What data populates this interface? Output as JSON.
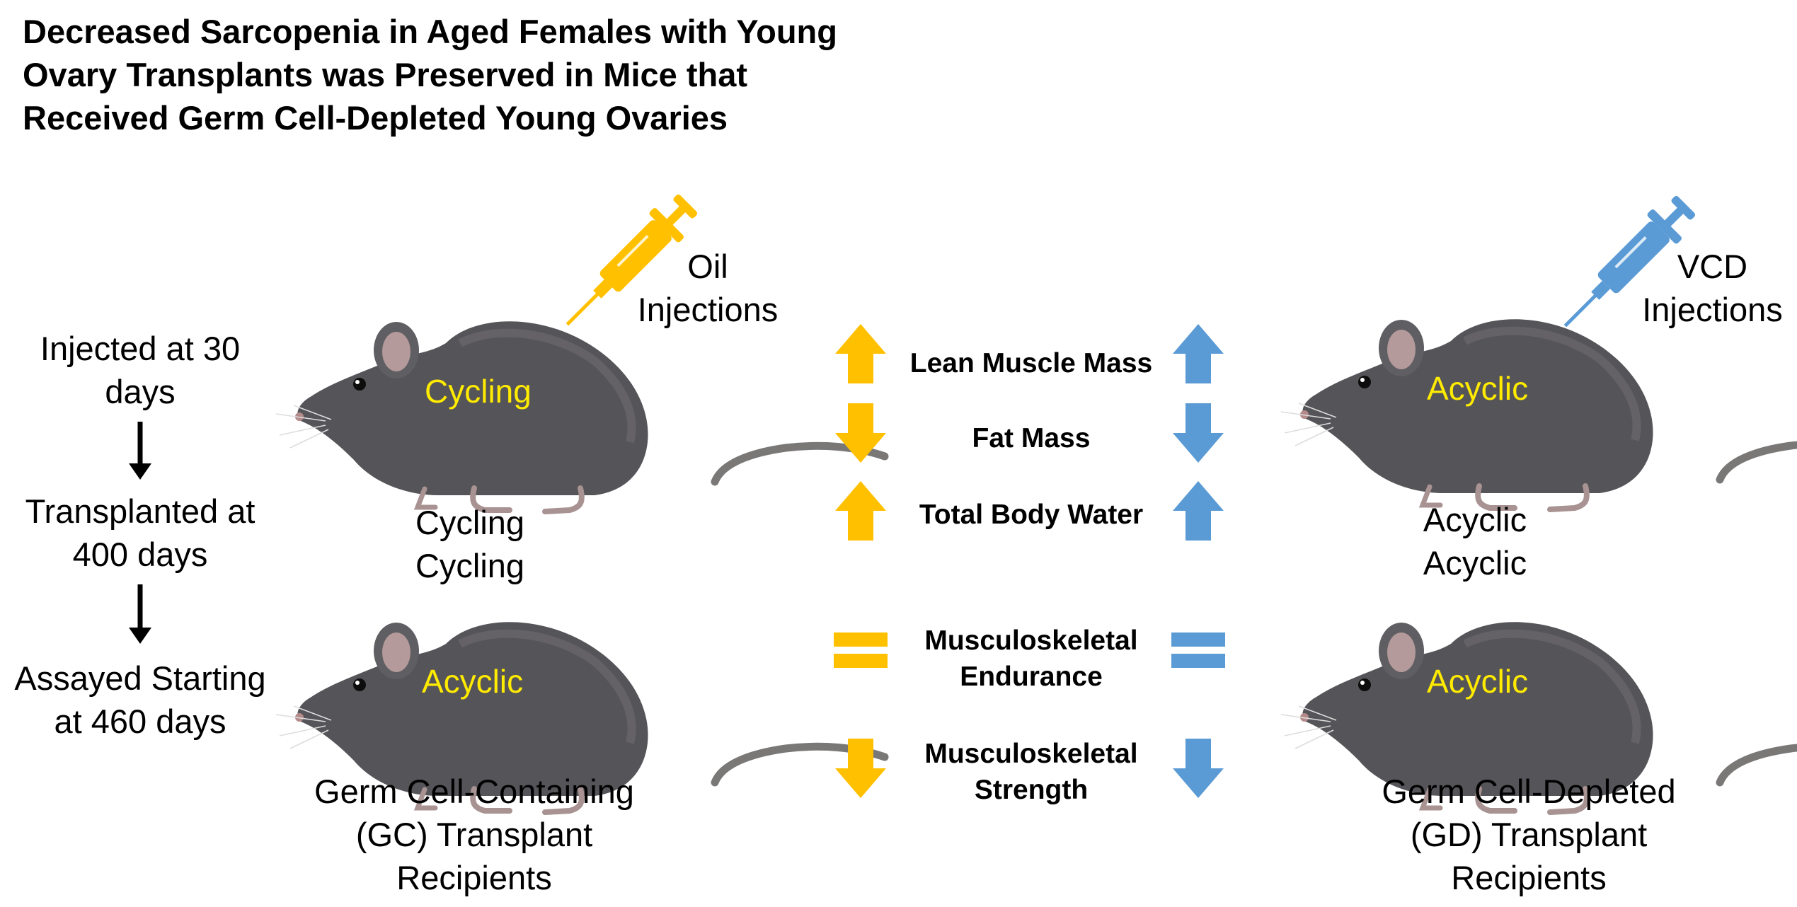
{
  "title": {
    "line1": "Decreased Sarcopenia in Aged Females with Young",
    "line2": "Ovary Transplants was Preserved in Mice that",
    "line3": "Received Germ Cell-Depleted Young Ovaries"
  },
  "timeline": {
    "step1_l1": "Injected at 30",
    "step1_l2": "days",
    "step2_l1": "Transplanted at",
    "step2_l2": "400 days",
    "step3_l1": "Assayed Starting",
    "step3_l2": "at 460 days"
  },
  "left": {
    "injection_l1": "Oil",
    "injection_l2": "Injections",
    "mouse1_state": "Cycling",
    "caption1_l1": "Cycling",
    "caption1_l2": "Cycling",
    "mouse2_state": "Acyclic",
    "caption2_l1": "Germ Cell-Containing",
    "caption2_l2": "(GC) Transplant",
    "caption2_l3": "Recipients",
    "color": "#FFC000"
  },
  "right": {
    "injection_l1": "VCD",
    "injection_l2": "Injections",
    "mouse1_state": "Acyclic",
    "caption1_l1": "Acyclic",
    "caption1_l2": "Acyclic",
    "mouse2_state": "Acyclic",
    "caption2_l1": "Germ Cell-Depleted",
    "caption2_l2": "(GD) Transplant",
    "caption2_l3": "Recipients",
    "color": "#5B9BD5"
  },
  "metrics": [
    {
      "line1": "Lean Muscle Mass",
      "line2": "",
      "left": "up",
      "right": "up"
    },
    {
      "line1": "Fat Mass",
      "line2": "",
      "left": "down",
      "right": "down"
    },
    {
      "line1": "Total Body Water",
      "line2": "",
      "left": "up",
      "right": "up"
    },
    {
      "line1": "Musculoskeletal",
      "line2": "Endurance",
      "left": "equal",
      "right": "equal"
    },
    {
      "line1": "Musculoskeletal",
      "line2": "Strength",
      "left": "down",
      "right": "down"
    }
  ],
  "icons": {
    "syringe_left": "syringe-icon",
    "syringe_right": "syringe-icon",
    "mouse": "mouse-icon",
    "arrow": "arrow-down-icon"
  }
}
